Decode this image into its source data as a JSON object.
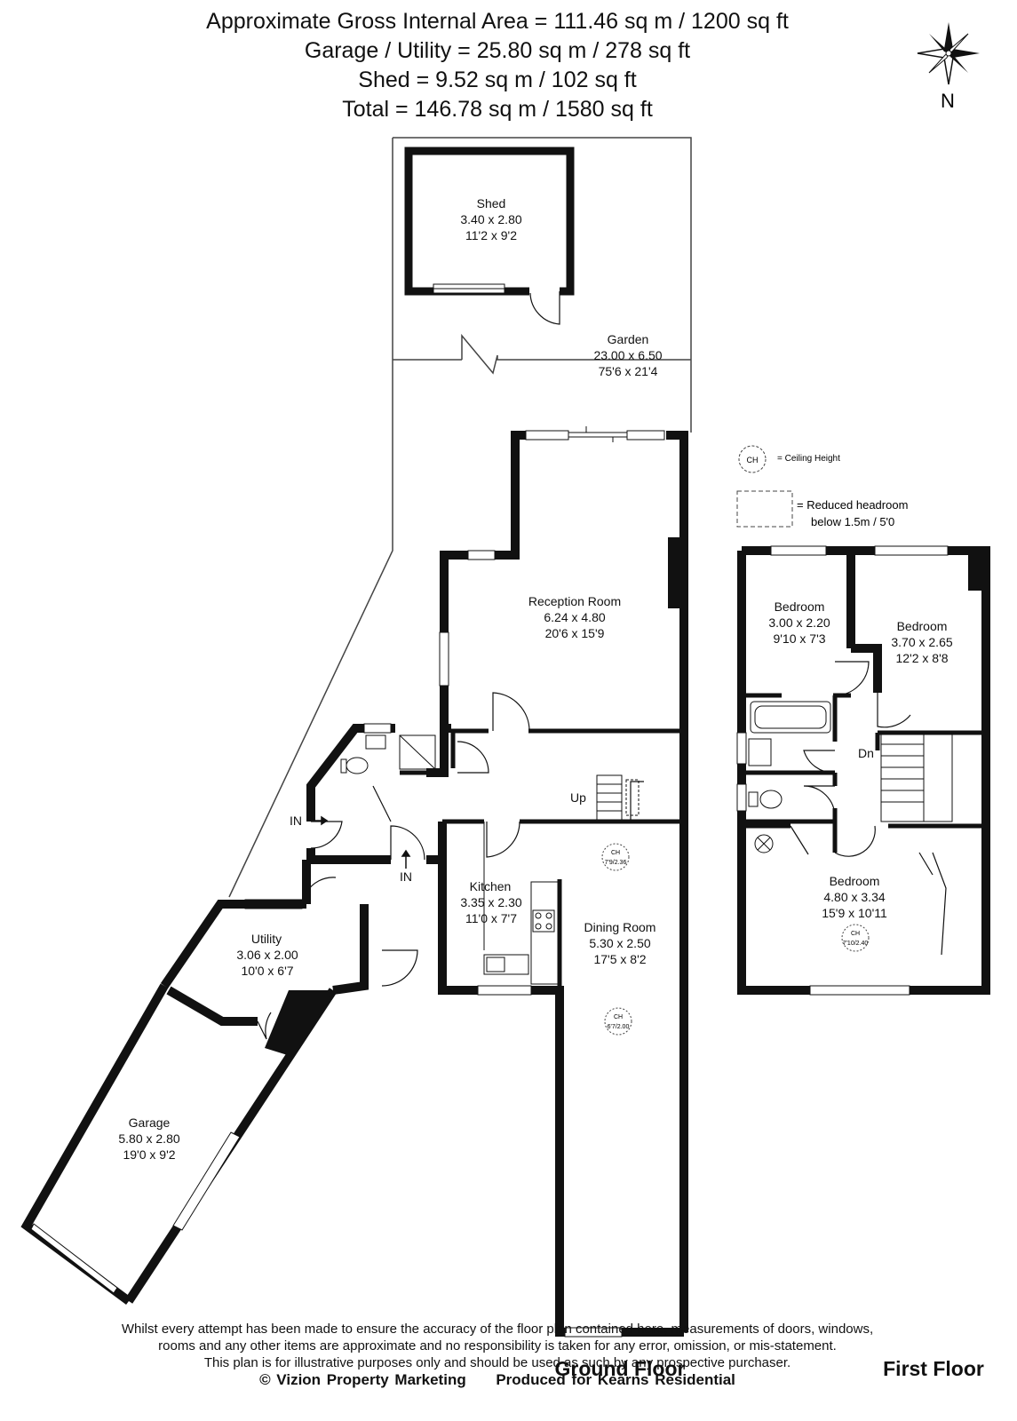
{
  "header": {
    "line1": "Approximate Gross Internal Area = 111.46 sq m / 1200 sq ft",
    "line2": "Garage / Utility = 25.80 sq m / 278 sq ft",
    "line3": "Shed = 9.52 sq m / 102 sq ft",
    "line4": "Total = 146.78 sq m / 1580 sq ft"
  },
  "compass": {
    "label": "N",
    "icon": "compass-rose-icon"
  },
  "legend": {
    "ch_symbol": "CH",
    "ch_text": "= Ceiling Height",
    "reduced_line1": "= Reduced headroom",
    "reduced_line2": "below 1.5m / 5'0"
  },
  "rooms": {
    "shed": {
      "name": "Shed",
      "metric": "3.40 x 2.80",
      "imperial": "11'2 x 9'2"
    },
    "garden": {
      "name": "Garden",
      "metric": "23.00 x 6.50",
      "imperial": "75'6 x 21'4"
    },
    "reception": {
      "name": "Reception Room",
      "metric": "6.24 x 4.80",
      "imperial": "20'6 x 15'9"
    },
    "kitchen": {
      "name": "Kitchen",
      "metric": "3.35 x 2.30",
      "imperial": "11'0 x 7'7"
    },
    "dining": {
      "name": "Dining Room",
      "metric": "5.30 x 2.50",
      "imperial": "17'5 x 8'2"
    },
    "utility": {
      "name": "Utility",
      "metric": "3.06 x 2.00",
      "imperial": "10'0 x 6'7"
    },
    "garage": {
      "name": "Garage",
      "metric": "5.80 x 2.80",
      "imperial": "19'0 x 9'2"
    },
    "bedroom1": {
      "name": "Bedroom",
      "metric": "3.00 x 2.20",
      "imperial": "9'10 x 7'3"
    },
    "bedroom2": {
      "name": "Bedroom",
      "metric": "3.70 x 2.65",
      "imperial": "12'2 x 8'8"
    },
    "bedroom3": {
      "name": "Bedroom",
      "metric": "4.80 x 3.34",
      "imperial": "15'9 x 10'11"
    }
  },
  "markers": {
    "in1": "IN",
    "in2": "IN",
    "up": "Up",
    "dn": "Dn",
    "ch_kitchen": "CH",
    "ch_kitchen_val": "7'9/2.36",
    "ch_dining": "CH",
    "ch_dining_val": "6'7/2.00",
    "ch_bed3": "CH",
    "ch_bed3_val": "7'10/2.40"
  },
  "floors": {
    "ground": "Ground Floor",
    "first": "First Floor"
  },
  "footer": {
    "line1": "Whilst every attempt has been made to ensure the accuracy of the floor plan contained here, measurements of doors, windows,",
    "line2": "rooms and any other items are approximate and no responsibility is taken for any error, omission, or mis-statement.",
    "line3": "This plan is for illustrative purposes only and should be used as such by any prospective purchaser.",
    "credit1": "© Vizion Property Marketing",
    "credit2": "Produced for Kearns Residential"
  }
}
